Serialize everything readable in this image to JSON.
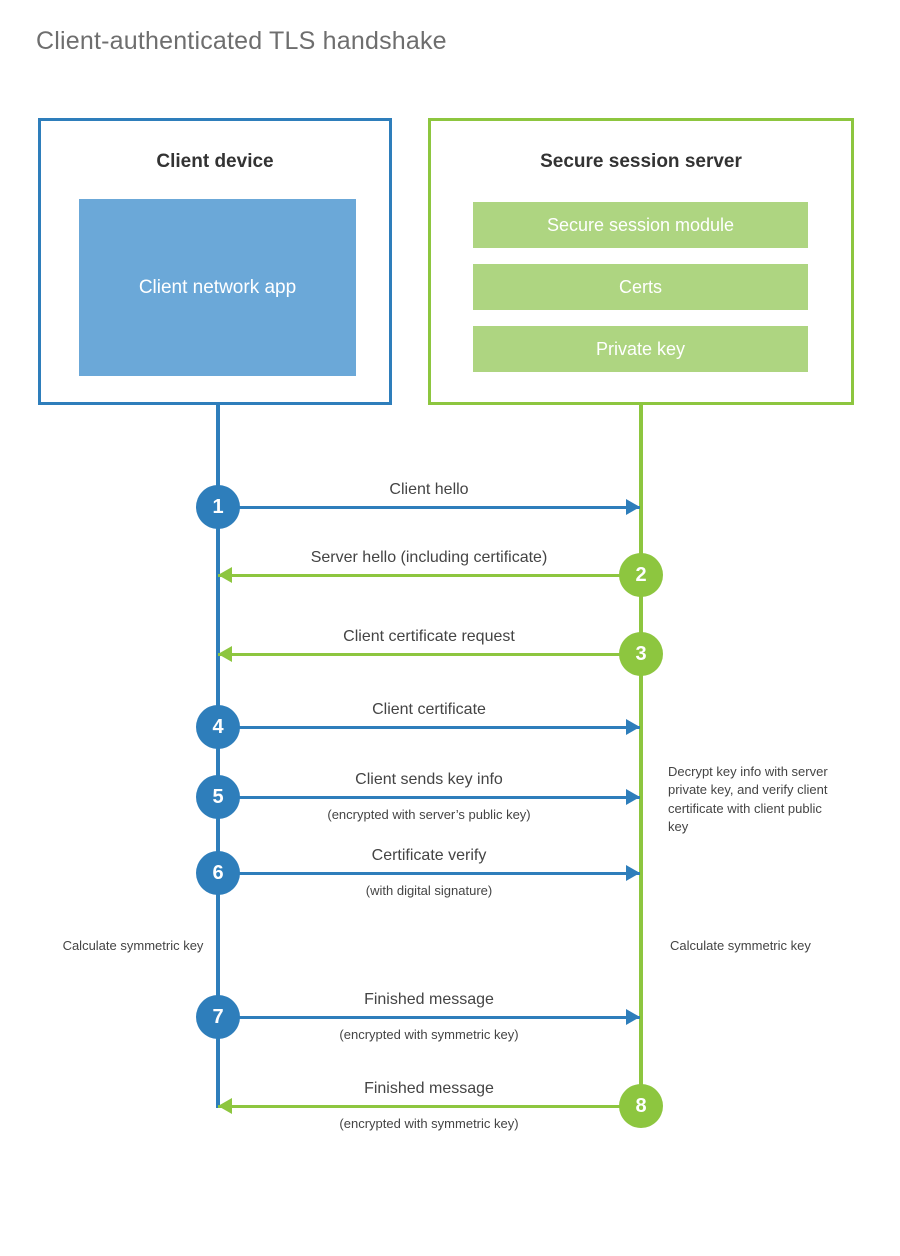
{
  "title": "Client-authenticated TLS handshake",
  "colors": {
    "client_blue": "#2e7ebb",
    "client_app_fill": "#6ba8d8",
    "server_green": "#8dc63f",
    "server_module_fill": "#aed581",
    "text": "#444444",
    "title_text": "#6e6e6e"
  },
  "entities": {
    "client": {
      "title": "Client device",
      "app_label": "Client network app"
    },
    "server": {
      "title": "Secure session server",
      "modules": [
        "Secure session module",
        "Certs",
        "Private key"
      ]
    }
  },
  "chart_data": {
    "type": "sequence-diagram",
    "title": "Client-authenticated TLS handshake",
    "actors": [
      "Client device",
      "Secure session server"
    ],
    "steps": [
      {
        "number": "1",
        "from": "client",
        "to": "server",
        "label": "Client hello",
        "sublabel": ""
      },
      {
        "number": "2",
        "from": "server",
        "to": "client",
        "label": "Server hello (including certificate)",
        "sublabel": ""
      },
      {
        "number": "3",
        "from": "server",
        "to": "client",
        "label": "Client certificate request",
        "sublabel": ""
      },
      {
        "number": "4",
        "from": "client",
        "to": "server",
        "label": "Client certificate",
        "sublabel": ""
      },
      {
        "number": "5",
        "from": "client",
        "to": "server",
        "label": "Client sends key info",
        "sublabel": "(encrypted with server’s public key)"
      },
      {
        "number": "6",
        "from": "client",
        "to": "server",
        "label": "Certificate verify",
        "sublabel": "(with digital signature)"
      },
      {
        "number": "7",
        "from": "client",
        "to": "server",
        "label": "Finished message",
        "sublabel": "(encrypted with symmetric key)"
      },
      {
        "number": "8",
        "from": "server",
        "to": "client",
        "label": "Finished message",
        "sublabel": "(encrypted with symmetric key)"
      }
    ],
    "annotations": [
      {
        "side": "server",
        "text": "Decrypt key info with server private key, and verify client certificate with client public key"
      },
      {
        "side": "client",
        "text": "Calculate symmetric key"
      },
      {
        "side": "server",
        "text": "Calculate symmetric key"
      }
    ]
  }
}
